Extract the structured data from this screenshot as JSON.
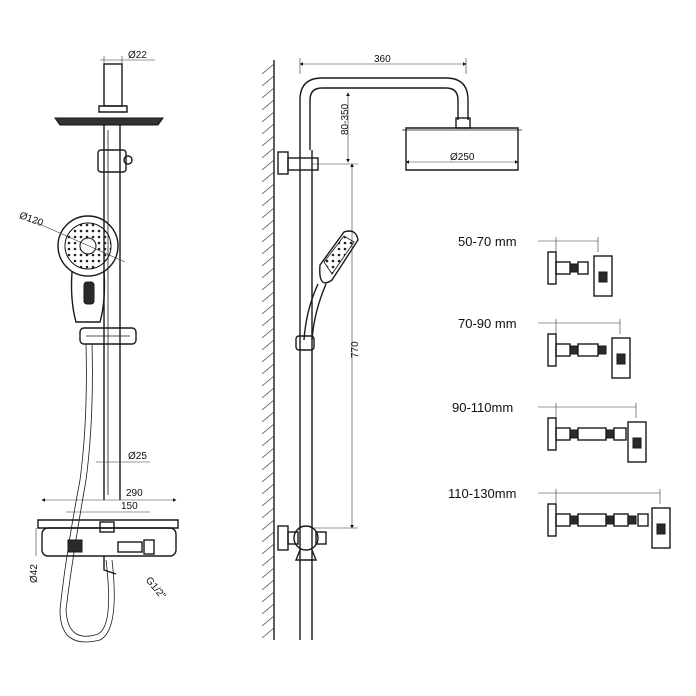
{
  "front_view": {
    "top_arm_dia": "Ø22",
    "hand_shower_dia": "Ø120",
    "riser_dia": "Ø25",
    "valve_width": "290",
    "valve_center": "150",
    "valve_height": "Ø42",
    "valve_inlet": "G1/2\""
  },
  "side_view": {
    "arm_reach": "360",
    "head_drop": "80-350",
    "head_dia": "Ø250",
    "riser_height": "770"
  },
  "offset_variants": [
    {
      "label": "50-70 mm"
    },
    {
      "label": "70-90 mm"
    },
    {
      "label": "90-110mm"
    },
    {
      "label": "110-130mm"
    }
  ]
}
